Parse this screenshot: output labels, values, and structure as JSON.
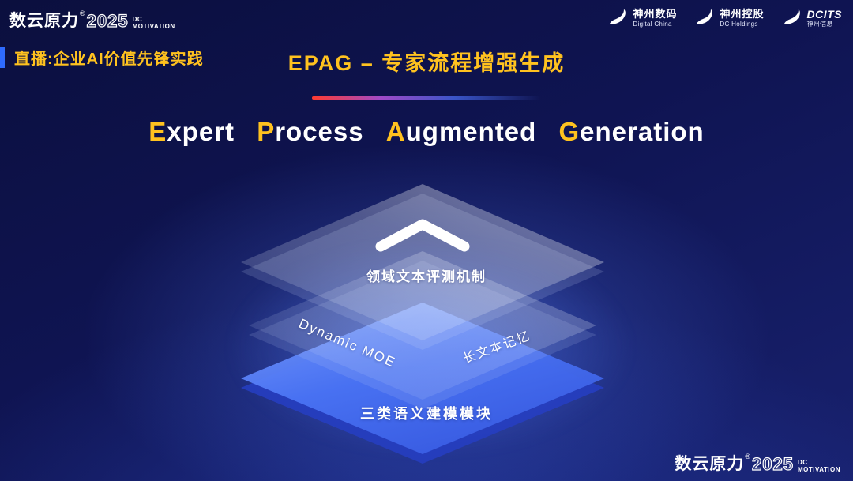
{
  "brand": {
    "name": "数云原力",
    "reg": "®",
    "year": "2025",
    "dc": "DC",
    "motivation": "MOTIVATION"
  },
  "live_banner": "直播:企业AI价值先锋实践",
  "title": "EPAG – 专家流程增强生成",
  "subtitle": {
    "words": [
      {
        "first": "E",
        "rest": "xpert"
      },
      {
        "first": "P",
        "rest": "rocess"
      },
      {
        "first": "A",
        "rest": "ugmented"
      },
      {
        "first": "G",
        "rest": "eneration"
      }
    ]
  },
  "partners": [
    {
      "name": "神州数码",
      "sub": "Digital China"
    },
    {
      "name": "神州控股",
      "sub": "DC Holdings"
    },
    {
      "name": "DCITS",
      "sub": "神州信息"
    }
  ],
  "diagram": {
    "top_layer_label": "领域文本评测机制",
    "middle_left_label": "Dynamic MOE",
    "middle_right_label": "长文本记忆",
    "bottom_layer_label": "三类语义建模模块"
  },
  "colors": {
    "gold": "#ffc21f",
    "accent_blue": "#2f6bff",
    "layer_blue": "#4a74f5",
    "background": "#0d1148"
  }
}
